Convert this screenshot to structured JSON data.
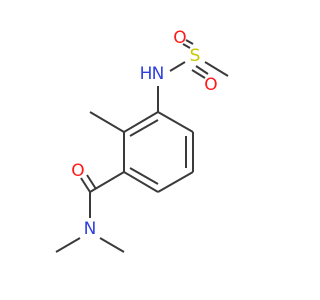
{
  "molecule": {
    "atoms": {
      "h": "H",
      "n_top": "N",
      "s": "S",
      "o_top": "O",
      "o_bottom": "O",
      "o_carbonyl": "O",
      "n_amide": "N"
    }
  },
  "colors": {
    "bond": "#3a3a3a",
    "nitrogen": "#3040e0",
    "oxygen": "#ff1a1a",
    "sulfur": "#c8c800"
  }
}
